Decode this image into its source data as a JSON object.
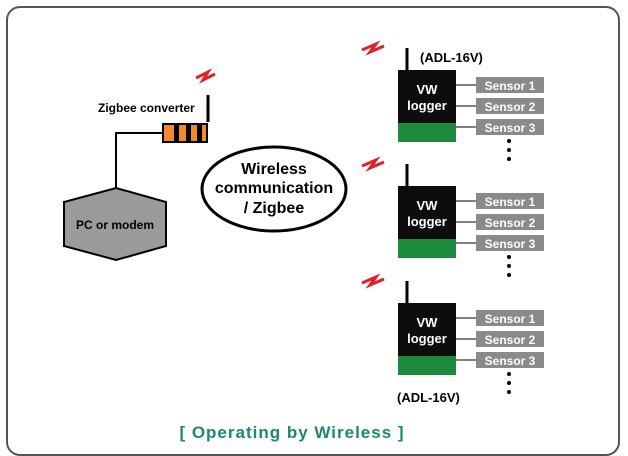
{
  "converter": {
    "label": "Zigbee converter"
  },
  "pc": {
    "label": "PC or modem"
  },
  "comm": {
    "line1": "Wireless",
    "line2": "communication",
    "line3": "/ Zigbee"
  },
  "model_top": "(ADL-16V)",
  "model_bottom": "(ADL-16V)",
  "logger": {
    "line1": "VW",
    "line2": "logger"
  },
  "sensors": [
    "Sensor 1",
    "Sensor 2",
    "Sensor 3"
  ],
  "caption": "[ Operating by Wireless ]",
  "colors": {
    "logger_body": "#0d0d0d",
    "logger_base": "#1e8a3c",
    "sensor_box": "#8a8a8a",
    "pc_box": "#9a9a9a",
    "signal": "#e0202a",
    "converter": "#f08a2a",
    "caption": "#1a8a6a"
  }
}
